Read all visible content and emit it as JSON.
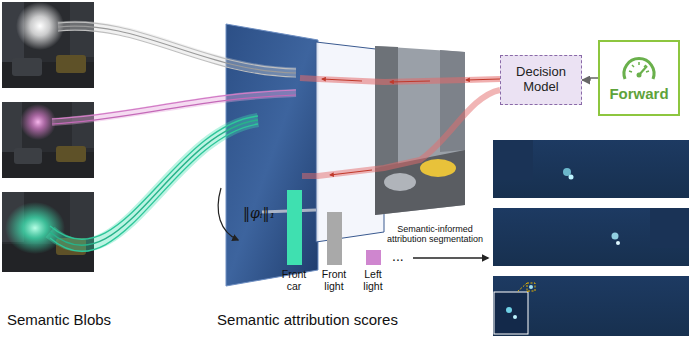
{
  "diagram": {
    "nodes": [
      {
        "text": [
          "Decision Model"
        ]
      },
      {
        "text": [
          "Forward"
        ]
      }
    ],
    "edges": [
      {
        "from": 1,
        "to": 0,
        "arrow": "to"
      }
    ],
    "labels": [
      "Semantic Blobs",
      "‖φᵢ‖₁",
      "Front car",
      "Front light",
      "Left light",
      "...",
      "Semantic attribution scores",
      "Semantic-informed attribution segmentation"
    ]
  }
}
